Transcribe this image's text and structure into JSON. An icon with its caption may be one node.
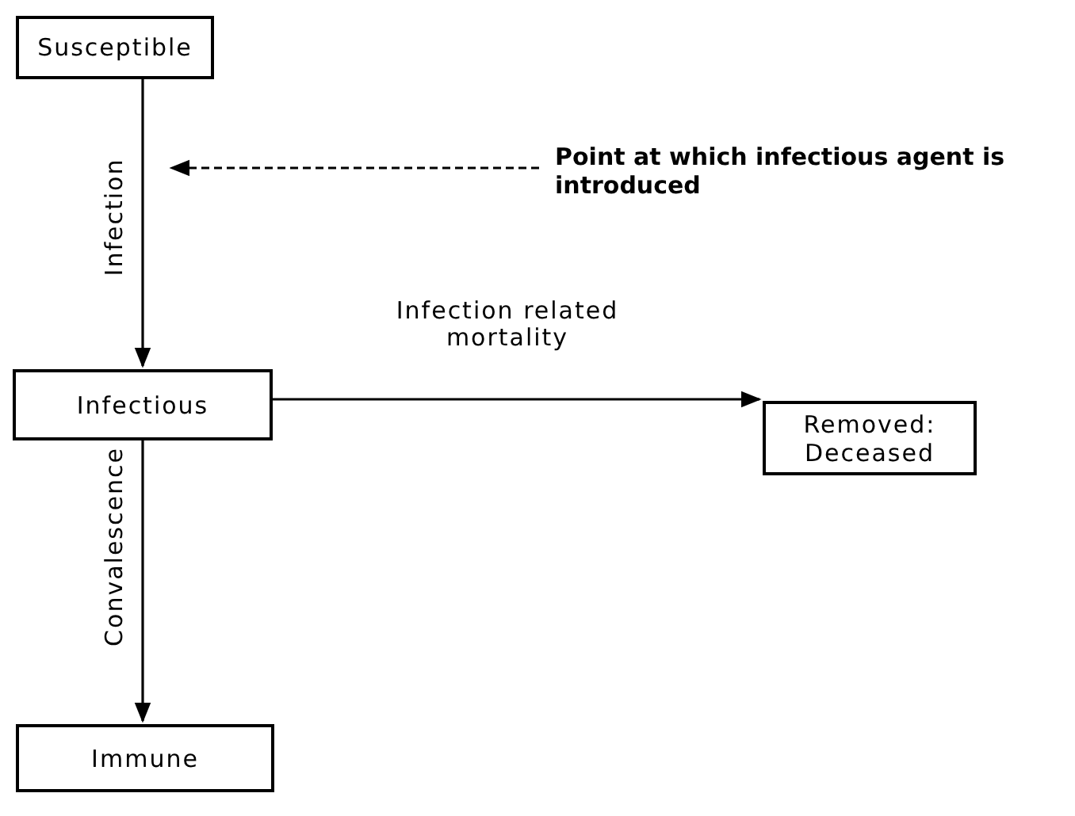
{
  "diagram": {
    "nodes": [
      {
        "text": [
          "Susceptible"
        ]
      },
      {
        "text": [
          "Infectious"
        ]
      },
      {
        "text": [
          "Removed: Deceased"
        ]
      },
      {
        "text": [
          "Immune"
        ]
      },
      {
        "text": [
          "Point at which infectious agent is introduced"
        ]
      }
    ],
    "edges": [
      {
        "from": 0,
        "to": 1,
        "arrow": "to",
        "label": "Infection"
      },
      {
        "from": 1,
        "to": 2,
        "arrow": "to",
        "label": "Infection related mortality"
      },
      {
        "from": 1,
        "to": 3,
        "arrow": "to",
        "label": "Convalescence"
      },
      {
        "from": 4,
        "to": null,
        "arrow": "to",
        "style": "dashed"
      }
    ]
  }
}
